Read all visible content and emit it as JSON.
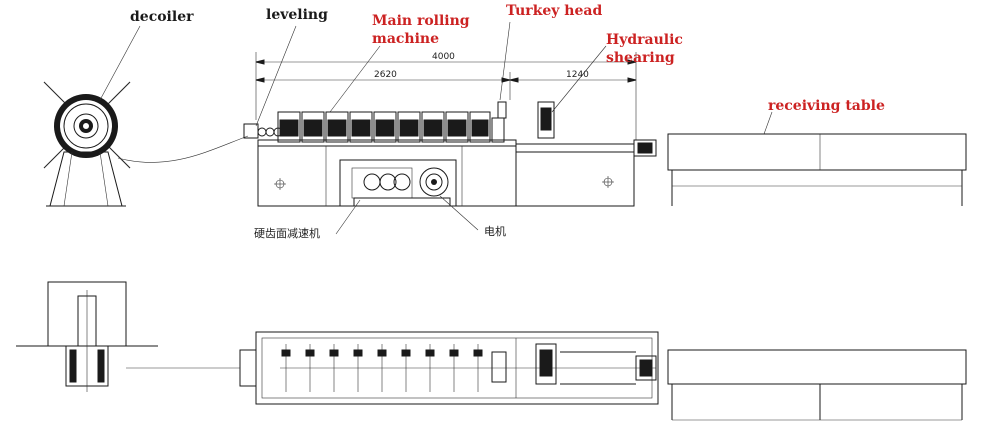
{
  "labels": {
    "decoiler": "decoiler",
    "leveling": "leveling",
    "main_rolling_1": "Main rolling",
    "main_rolling_2": "machine",
    "turkey_head": "Turkey head",
    "hydraulic_1": "Hydraulic",
    "hydraulic_2": "shearing",
    "receiving_table": "receiving table",
    "gearbox_cn": "硬齿面减速机",
    "motor_cn": "电机"
  },
  "dimensions": {
    "total": "4000",
    "left": "2620",
    "right": "1240"
  },
  "colors": {
    "red_label": "#cc2222",
    "line": "#1a1a1a"
  }
}
